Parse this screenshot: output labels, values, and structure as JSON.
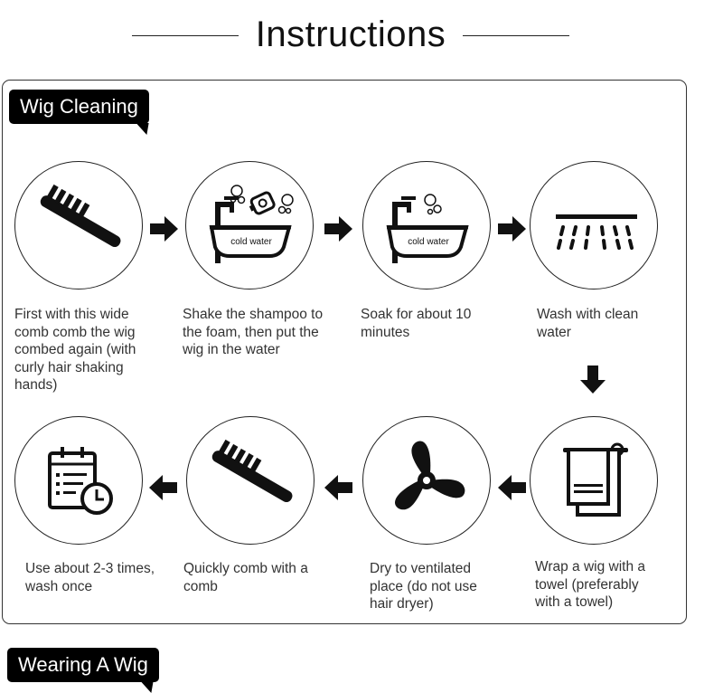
{
  "header": {
    "title": "Instructions"
  },
  "sections": {
    "cleaning_label": "Wig Cleaning",
    "wearing_label": "Wearing A Wig"
  },
  "steps": [
    {
      "icon": "comb-icon",
      "text": "First with this wide comb comb the wig combed again (with curly hair shaking hands)"
    },
    {
      "icon": "sink-shampoo-icon",
      "sink_label": "cold water",
      "text": "Shake the shampoo to the foam, then put the wig in the water"
    },
    {
      "icon": "sink-icon",
      "sink_label": "cold water",
      "text": "Soak for about 10 minutes"
    },
    {
      "icon": "shower-icon",
      "text": "Wash with clean water"
    },
    {
      "icon": "towel-icon",
      "text": "Wrap a wig with a towel (preferably with a towel)"
    },
    {
      "icon": "fan-icon",
      "text": "Dry to ventilated place (do not use hair dryer)"
    },
    {
      "icon": "comb-icon",
      "text": "Quickly comb with a comb"
    },
    {
      "icon": "schedule-icon",
      "text": "Use about 2-3 times, wash once"
    }
  ],
  "colors": {
    "ink": "#111111",
    "text": "#333333",
    "background": "#ffffff"
  }
}
